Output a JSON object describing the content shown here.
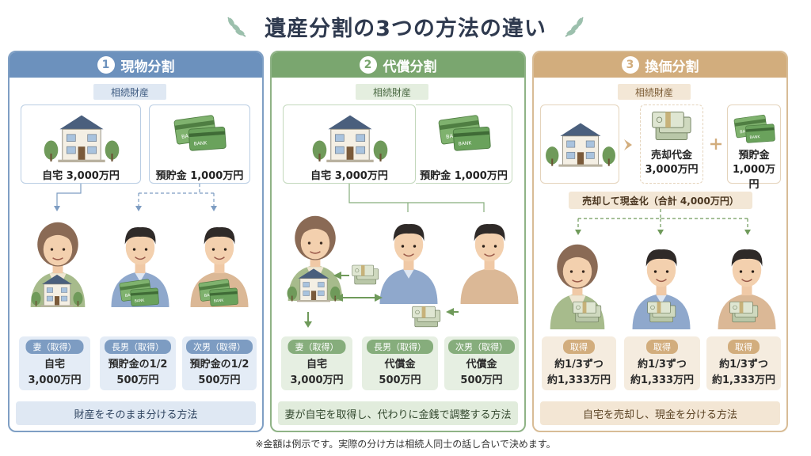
{
  "title": "遺産分割の3つの方法の違い",
  "note": "※金額は例示です。実際の分け方は相続人同士の話し合いで決めます。",
  "panels": [
    {
      "number": "1",
      "name": "現物分割",
      "tag": "相続財産",
      "asset_home": "自宅 3,000万円",
      "asset_deposit": "預貯金 1,000万円",
      "recipients": [
        {
          "role": "妻（取得）",
          "line1": "自宅",
          "line2": "3,000万円"
        },
        {
          "role": "長男（取得）",
          "line1": "預貯金の1/2",
          "line2": "500万円"
        },
        {
          "role": "次男（取得）",
          "line1": "預貯金の1/2",
          "line2": "500万円"
        }
      ],
      "footer": "財産をそのまま分ける方法"
    },
    {
      "number": "2",
      "name": "代償分割",
      "tag": "相続財産",
      "asset_home": "自宅 3,000万円",
      "asset_deposit": "預貯金 1,000万円",
      "recipients": [
        {
          "role": "妻（取得）",
          "line1": "自宅",
          "line2": "3,000万円"
        },
        {
          "role": "長男（取得）",
          "line1": "代償金",
          "line2": "500万円"
        },
        {
          "role": "次男（取得）",
          "line1": "代償金",
          "line2": "500万円"
        }
      ],
      "footer": "妻が自宅を取得し、代わりに金銭で調整する方法"
    },
    {
      "number": "3",
      "name": "換価分割",
      "tag": "相続財産",
      "sale_label": "売却代金",
      "sale_amount": "3,000万円",
      "deposit_label": "預貯金",
      "deposit_amount": "1,000万円",
      "sale_total": "売却して現金化（合計 4,000万円）",
      "recipients": [
        {
          "role": "取得",
          "line1": "約1/3ずつ",
          "line2": "約1,333万円"
        },
        {
          "role": "取得",
          "line1": "約1/3ずつ",
          "line2": "約1,333万円"
        },
        {
          "role": "取得",
          "line1": "約1/3ずつ",
          "line2": "約1,333万円"
        }
      ],
      "footer": "自宅を売却し、現金を分ける方法"
    }
  ],
  "colors": {
    "blue": "#6c91bd",
    "green": "#7aa66f",
    "tan": "#d2ad7d"
  }
}
